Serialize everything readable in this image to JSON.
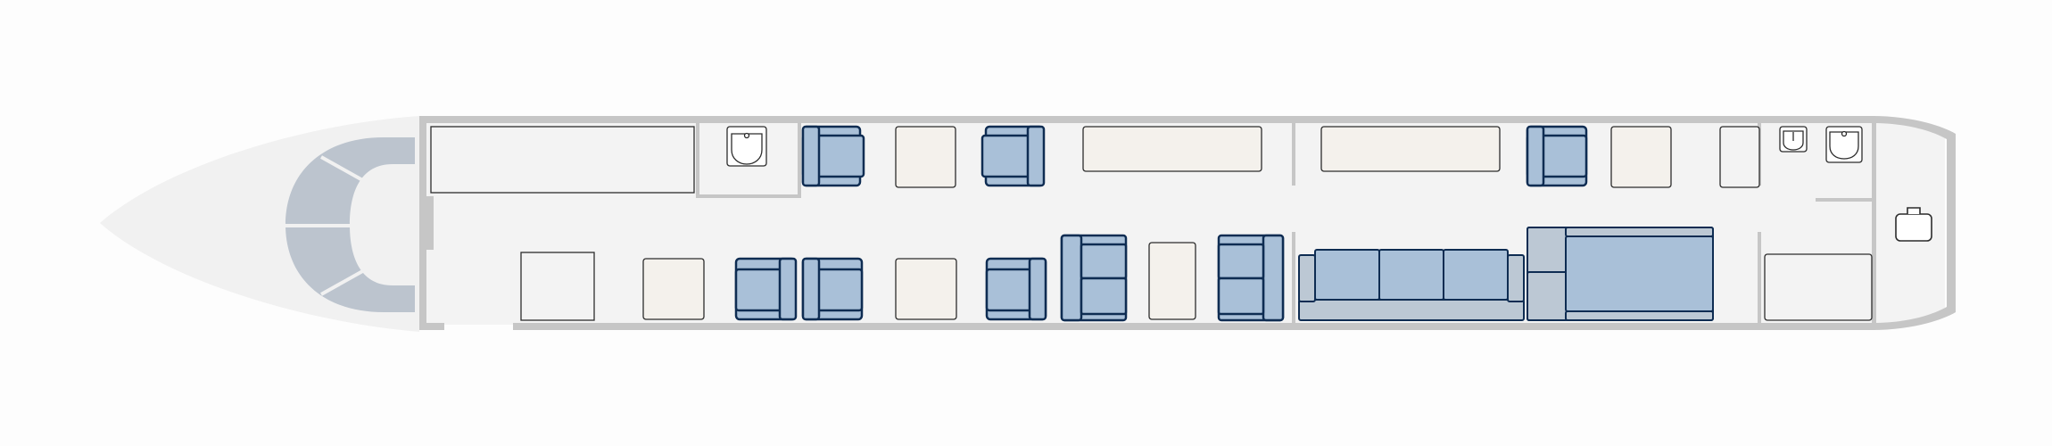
{
  "diagram": {
    "type": "aircraft-cabin-floor-plan",
    "colors": {
      "seat_fill": "#a9c0d8",
      "seat_outline": "#0e2c52",
      "table_fill": "#f4f1ec",
      "cabin_floor": "#f3f3f3",
      "fuselage_wall": "#c6c6c6",
      "cockpit_seats": "#bcc4ce"
    },
    "icons": {
      "sink": "sink-icon",
      "luggage": "suitcase-icon"
    },
    "counts": {
      "single_seats": 11,
      "divans": 2,
      "tables": 6,
      "sinks": 3
    }
  }
}
